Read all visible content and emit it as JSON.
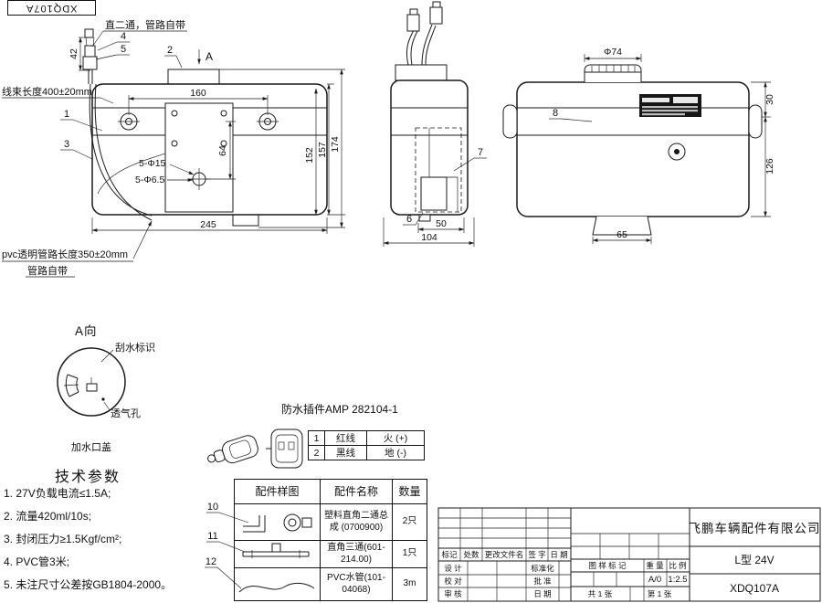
{
  "stamp": {
    "part_number": "XDQ107A"
  },
  "annotations": {
    "straight_tee": "直二通，管路自带",
    "harness_length": "线束长度400±20mm",
    "pvc_length": "pvc透明管路长度350±20mm",
    "pvc_note": "管路自带"
  },
  "front_view": {
    "section_label": "A",
    "dim_42": "42",
    "dim_160": "160",
    "dim_64": "64",
    "dim_152": "152",
    "dim_157": "157",
    "dim_174": "174",
    "dim_245": "245",
    "holes_15": "5-Φ15",
    "holes_65": "5-Φ6.5",
    "callout_1": "1",
    "callout_2": "2",
    "callout_3": "3",
    "callout_4": "4",
    "callout_5": "5"
  },
  "side_view": {
    "dim_50": "50",
    "dim_104": "104",
    "callout_6": "6",
    "callout_7": "7"
  },
  "rear_view": {
    "dim_74": "Φ74",
    "dim_30": "30",
    "dim_126": "126",
    "dim_65": "65",
    "callout_8": "8"
  },
  "view_a": {
    "title": "A向",
    "wiper_label": "刮水标识",
    "vent_label": "透气孔",
    "cap_label": "加水口盖"
  },
  "tech_params": {
    "title": "技术参数",
    "items": [
      "1. 27V负载电流≤1.5A;",
      "2. 流量420ml/10s;",
      "3. 封闭压力≥1.5Kgf/cm²;",
      "4. PVC管3米;",
      "5. 未注尺寸公差按GB1804-2000。"
    ]
  },
  "connector": {
    "title": "防水插件AMP 282104-1",
    "pins": [
      {
        "no": "1",
        "wire": "红线",
        "polarity": "火 (+)"
      },
      {
        "no": "2",
        "wire": "黑线",
        "polarity": "地 (-)"
      }
    ]
  },
  "parts_table": {
    "col_sample": "配件样图",
    "col_name": "配件名称",
    "col_qty": "数量",
    "rows": [
      {
        "callout": "10",
        "name": "塑料直角二通总成 (0700900)",
        "qty": "2只"
      },
      {
        "callout": "11",
        "name": "直角三通(601-214.00)",
        "qty": "1只"
      },
      {
        "callout": "12",
        "name": "PVC水管(101-04068)",
        "qty": "3m"
      }
    ]
  },
  "title_block": {
    "company": "飞鹏车辆配件有限公司",
    "model": "L型 24V",
    "drawing_no": "XDQ107A",
    "rev_headers": [
      "标记",
      "处数",
      "更改文件名",
      "签 字",
      "日 期"
    ],
    "design": "设 计",
    "standardization": "标准化",
    "proofread": "校 对",
    "approve": "批 准",
    "review": "审 核",
    "date": "日 期",
    "mark_label": "图 样 标 记",
    "weight_label": "重 量",
    "scale_label": "比 例",
    "mark_value": "A/0",
    "scale_value": "1:2.5",
    "sheet_total": "共 1 张",
    "sheet_no": "第 1 张"
  }
}
